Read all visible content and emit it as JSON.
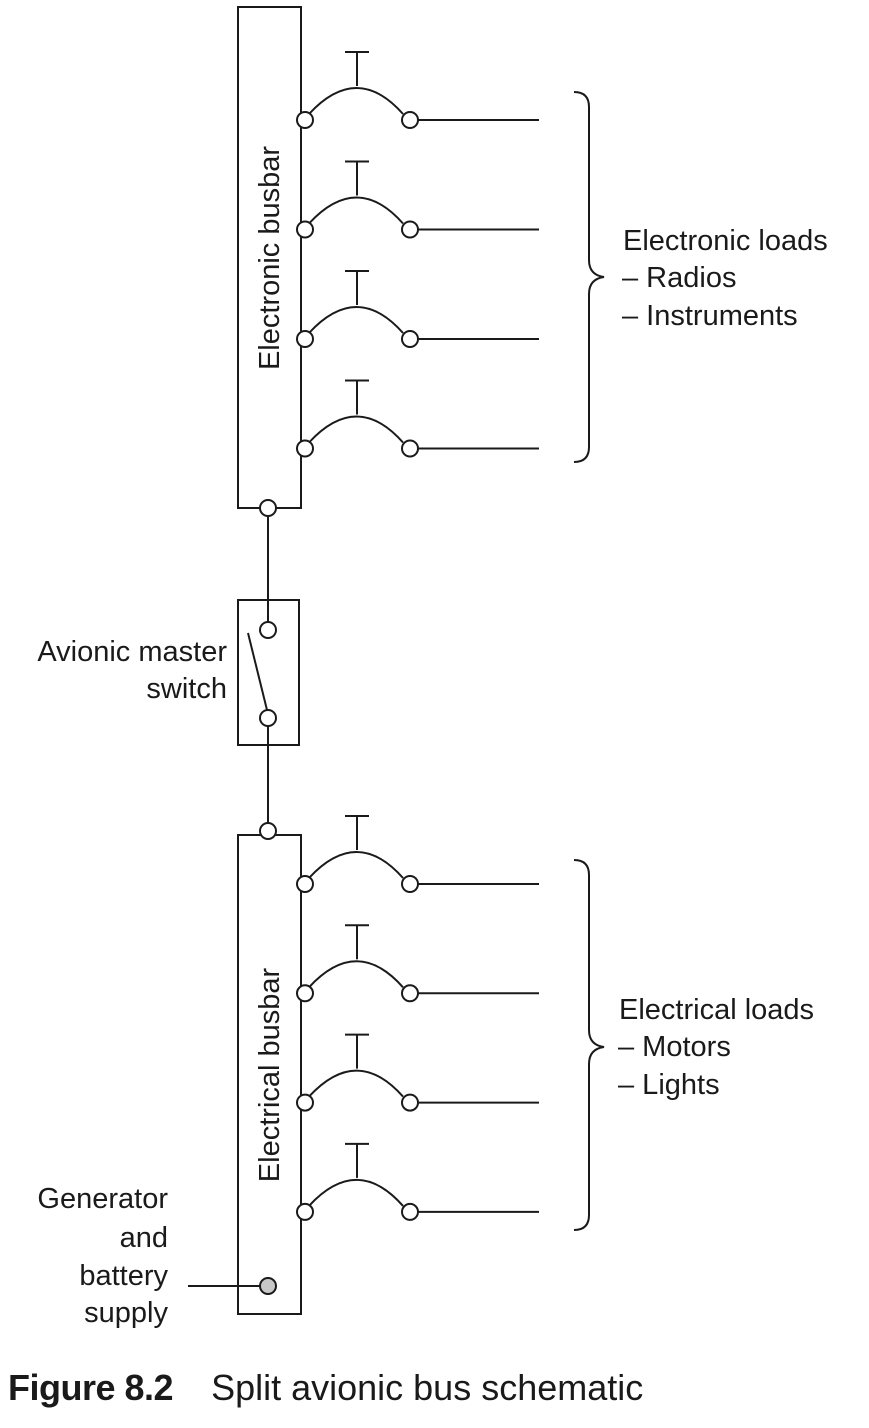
{
  "diagram": {
    "electronic_busbar": {
      "label": "Electronic busbar",
      "breaker_count": 4,
      "loads": {
        "title": "Electronic loads",
        "items": [
          "– Radios",
          "– Instruments"
        ]
      }
    },
    "master_switch": {
      "label_lines": [
        "Avionic master",
        "switch"
      ]
    },
    "electrical_busbar": {
      "label": "Electrical busbar",
      "breaker_count": 4,
      "loads": {
        "title": "Electrical loads",
        "items": [
          "– Motors",
          "– Lights"
        ]
      }
    },
    "supply": {
      "label_lines": [
        "Generator",
        "and",
        "battery",
        "supply"
      ]
    },
    "colors": {
      "line": "#1a1a1a",
      "supply_terminal": "#c8c8c8"
    }
  },
  "caption": {
    "figure_number": "Figure 8.2",
    "title": "Split avionic bus schematic"
  }
}
